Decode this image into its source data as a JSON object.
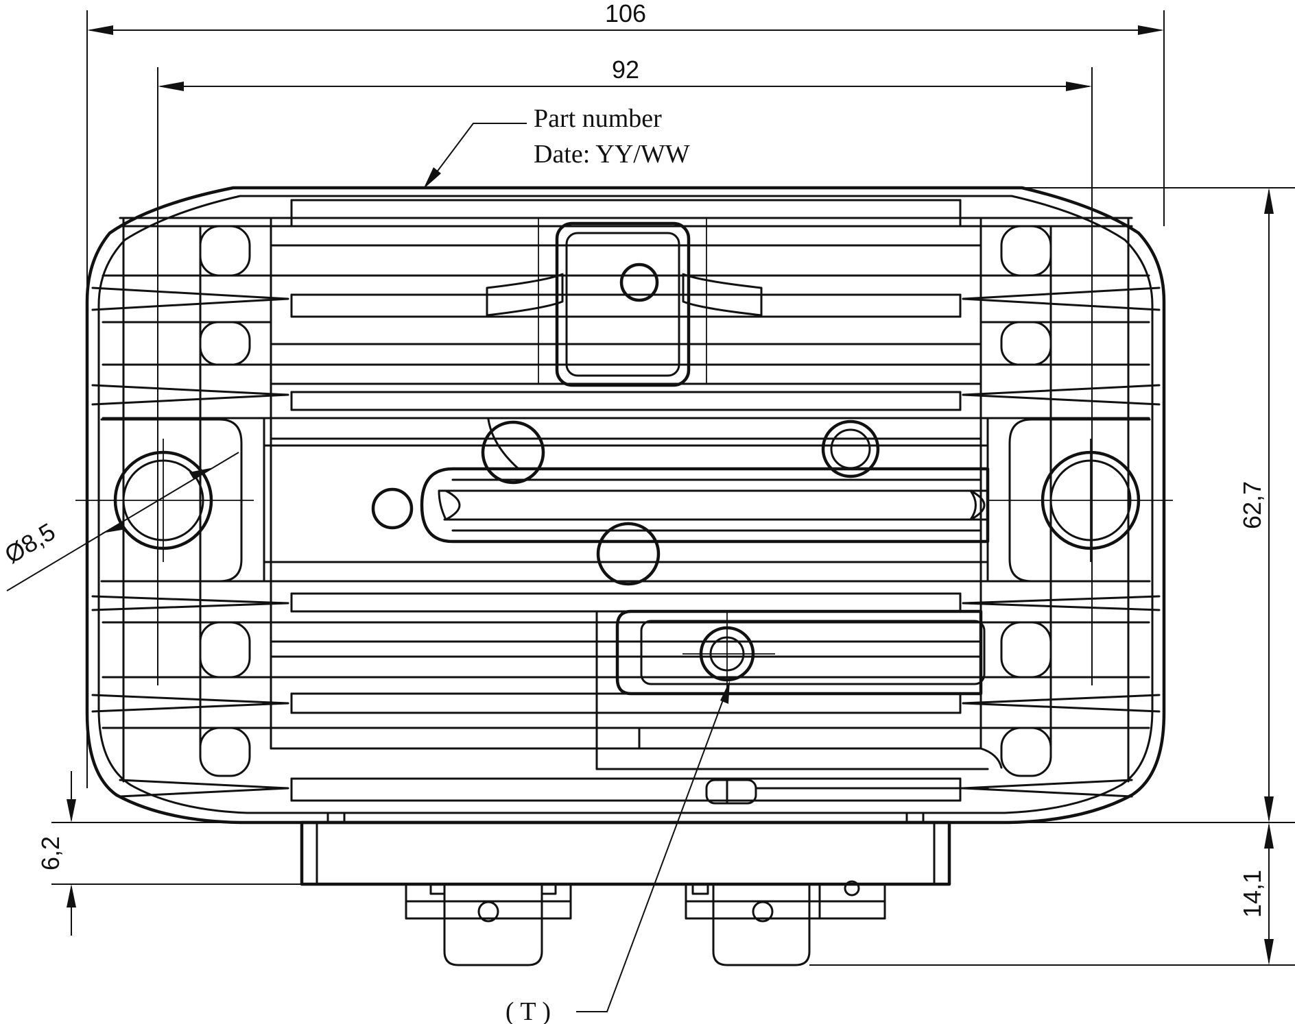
{
  "dimensions": {
    "overall_width": "106",
    "hole_spacing": "92",
    "height": "62,7",
    "hole_diameter": "Ø8,5",
    "base_height": "6,2",
    "terminal_height": "14,1"
  },
  "notes": {
    "part_number": "Part number",
    "date_code": "Date: YY/WW",
    "terminal": "( T )"
  }
}
